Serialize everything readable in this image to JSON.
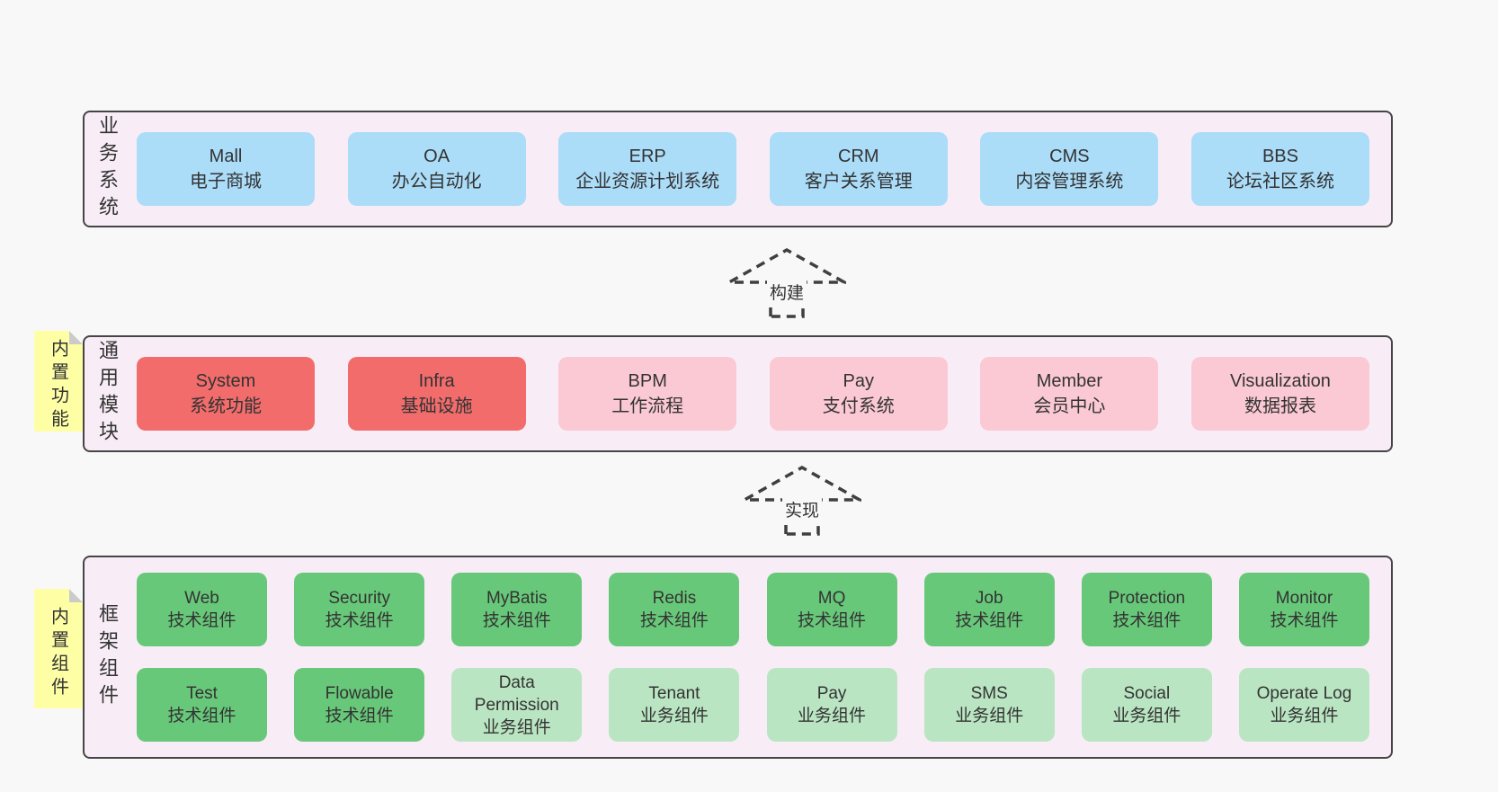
{
  "colors": {
    "canvas_bg": "#f8f8f8",
    "band_bg": "#f8edf6",
    "band_border": "#454545",
    "blue_box": "#abdcf8",
    "red_box": "#f26c6c",
    "pink_box": "#fbc9d3",
    "green_box": "#68c87a",
    "light_green_box": "#bae5c2",
    "sticky_note_bg": "#feffa5",
    "text": "#333333"
  },
  "bands": [
    {
      "label": "业务系统",
      "boxes": [
        {
          "name": "Mall",
          "subtitle": "电子商城"
        },
        {
          "name": "OA",
          "subtitle": "办公自动化"
        },
        {
          "name": "ERP",
          "subtitle": "企业资源计划系统"
        },
        {
          "name": "CRM",
          "subtitle": "客户关系管理"
        },
        {
          "name": "CMS",
          "subtitle": "内容管理系统"
        },
        {
          "name": "BBS",
          "subtitle": "论坛社区系统"
        }
      ]
    },
    {
      "label": "通用模块",
      "note": "内置功能",
      "boxes": [
        {
          "name": "System",
          "subtitle": "系统功能"
        },
        {
          "name": "Infra",
          "subtitle": "基础设施"
        },
        {
          "name": "BPM",
          "subtitle": "工作流程"
        },
        {
          "name": "Pay",
          "subtitle": "支付系统"
        },
        {
          "name": "Member",
          "subtitle": "会员中心"
        },
        {
          "name": "Visualization",
          "subtitle": "数据报表"
        }
      ]
    },
    {
      "label": "框架组件",
      "note": "内置组件",
      "rows": [
        [
          {
            "name": "Web",
            "subtitle": "技术组件"
          },
          {
            "name": "Security",
            "subtitle": "技术组件"
          },
          {
            "name": "MyBatis",
            "subtitle": "技术组件"
          },
          {
            "name": "Redis",
            "subtitle": "技术组件"
          },
          {
            "name": "MQ",
            "subtitle": "技术组件"
          },
          {
            "name": "Job",
            "subtitle": "技术组件"
          },
          {
            "name": "Protection",
            "subtitle": "技术组件"
          },
          {
            "name": "Monitor",
            "subtitle": "技术组件"
          }
        ],
        [
          {
            "name": "Test",
            "subtitle": "技术组件"
          },
          {
            "name": "Flowable",
            "subtitle": "技术组件"
          },
          {
            "name": "Data Permission",
            "subtitle": "业务组件"
          },
          {
            "name": "Tenant",
            "subtitle": "业务组件"
          },
          {
            "name": "Pay",
            "subtitle": "业务组件"
          },
          {
            "name": "SMS",
            "subtitle": "业务组件"
          },
          {
            "name": "Social",
            "subtitle": "业务组件"
          },
          {
            "name": "Operate Log",
            "subtitle": "业务组件"
          }
        ]
      ]
    }
  ],
  "arrows": [
    {
      "label": "构建"
    },
    {
      "label": "实现"
    }
  ]
}
